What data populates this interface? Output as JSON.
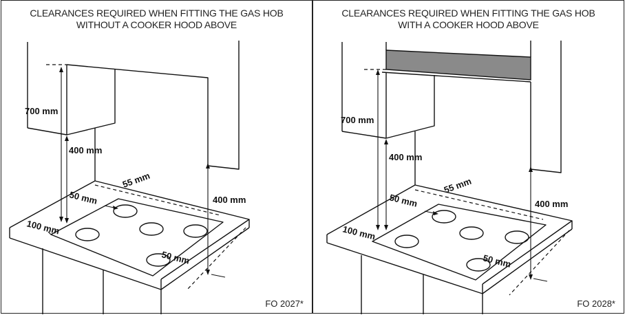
{
  "left": {
    "title_line1": "CLEARANCES REQUIRED WHEN FITTING THE GAS HOB",
    "title_line2": "WITHOUT A COOKER HOOD ABOVE",
    "dim_700": "700 mm",
    "dim_400_upper": "400 mm",
    "dim_400_side": "400 mm",
    "dim_55": "55 mm",
    "dim_50_back": "50 mm",
    "dim_100": "100 mm",
    "dim_50_front": "50 mm",
    "code": "FO 2027*"
  },
  "right": {
    "title_line1": "CLEARANCES REQUIRED WHEN FITTING THE GAS HOB",
    "title_line2": "WITH A COOKER HOOD ABOVE",
    "dim_700": "700 mm",
    "dim_400_upper": "400 mm",
    "dim_400_side": "400 mm",
    "dim_55": "55 mm",
    "dim_50_back": "50 mm",
    "dim_100": "100 mm",
    "dim_50_front": "50 mm",
    "code": "FO 2028*"
  },
  "colors": {
    "line": "#111111",
    "hood_fill": "#8a8a8a"
  }
}
